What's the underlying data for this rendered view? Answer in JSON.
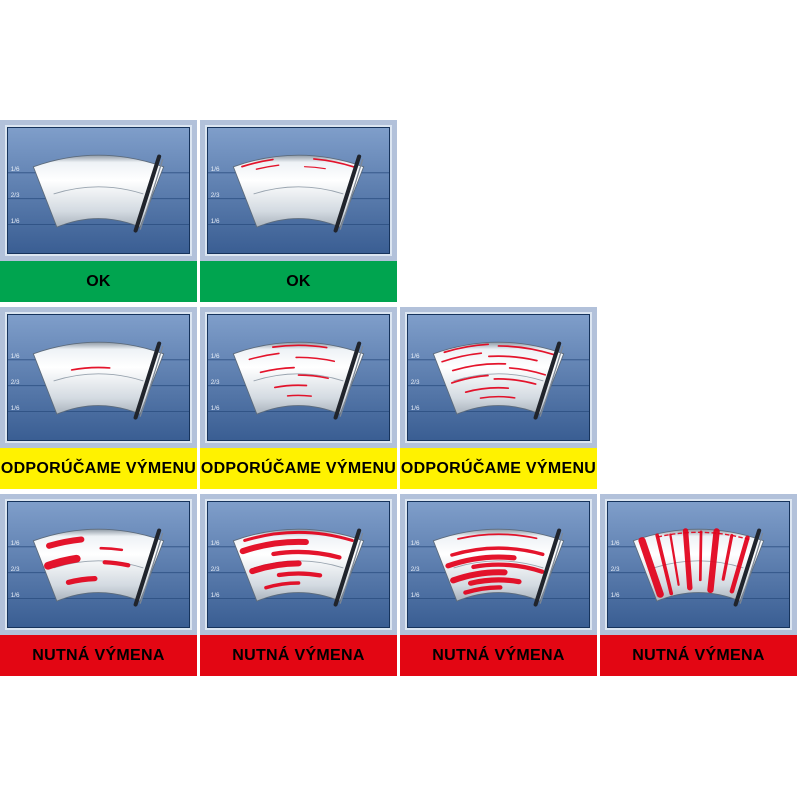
{
  "legend_scale": [
    "1/6",
    "2/3",
    "1/6"
  ],
  "statuses": {
    "ok": {
      "label": "OK",
      "color": "#00a44f",
      "text_color": "#000000"
    },
    "recommend": {
      "label": "ODPORÚČAME VÝMENU",
      "color": "#fff200",
      "text_color": "#000000"
    },
    "required": {
      "label": "NUTNÁ VÝMENA",
      "color": "#e30613",
      "text_color": "#000000"
    }
  },
  "colors": {
    "page_bg": "#ffffff",
    "cell_bg": "#b2c1da",
    "panel_top": "#7f9eca",
    "panel_bottom": "#3a5e93",
    "panel_line": "#2e5183",
    "scale_text": "#e4ebf5",
    "fan_outline": "#5c6b7c",
    "blade": "#20242c",
    "streak": "#e2001a"
  },
  "rows": [
    {
      "status": "ok",
      "cells": [
        {
          "wear": "clean",
          "streaks": []
        },
        {
          "wear": "light-marks",
          "streaks": [
            {
              "v": 0.04,
              "s1": 0.06,
              "s2": 0.3,
              "w": 2
            },
            {
              "v": 0.05,
              "s1": 0.62,
              "s2": 0.93,
              "w": 2
            },
            {
              "v": 0.14,
              "s1": 0.16,
              "s2": 0.34,
              "w": 1.6
            },
            {
              "v": 0.18,
              "s1": 0.55,
              "s2": 0.72,
              "w": 1.4
            }
          ]
        }
      ]
    },
    {
      "status": "recommend",
      "cells": [
        {
          "wear": "single-streak",
          "streaks": [
            {
              "v": 0.4,
              "s1": 0.26,
              "s2": 0.6,
              "w": 2
            }
          ]
        },
        {
          "wear": "several-streaks",
          "streaks": [
            {
              "v": 0.05,
              "s1": 0.3,
              "s2": 0.72,
              "w": 2
            },
            {
              "v": 0.16,
              "s1": 0.1,
              "s2": 0.34,
              "w": 1.8
            },
            {
              "v": 0.24,
              "s1": 0.48,
              "s2": 0.8,
              "w": 1.8
            },
            {
              "v": 0.4,
              "s1": 0.16,
              "s2": 0.46,
              "w": 2
            },
            {
              "v": 0.52,
              "s1": 0.5,
              "s2": 0.78,
              "w": 1.8
            },
            {
              "v": 0.68,
              "s1": 0.26,
              "s2": 0.58,
              "w": 2
            },
            {
              "v": 0.84,
              "s1": 0.38,
              "s2": 0.64,
              "w": 1.8
            }
          ]
        },
        {
          "wear": "many-streaks",
          "streaks": [
            {
              "v": 0.03,
              "s1": 0.08,
              "s2": 0.42,
              "w": 2
            },
            {
              "v": 0.06,
              "s1": 0.5,
              "s2": 0.94,
              "w": 2
            },
            {
              "v": 0.16,
              "s1": 0.04,
              "s2": 0.36,
              "w": 1.8
            },
            {
              "v": 0.22,
              "s1": 0.42,
              "s2": 0.82,
              "w": 2
            },
            {
              "v": 0.34,
              "s1": 0.1,
              "s2": 0.56,
              "w": 2
            },
            {
              "v": 0.4,
              "s1": 0.6,
              "s2": 0.92,
              "w": 1.8
            },
            {
              "v": 0.52,
              "s1": 0.06,
              "s2": 0.4,
              "w": 2
            },
            {
              "v": 0.58,
              "s1": 0.46,
              "s2": 0.86,
              "w": 2
            },
            {
              "v": 0.72,
              "s1": 0.16,
              "s2": 0.6,
              "w": 2
            },
            {
              "v": 0.86,
              "s1": 0.3,
              "s2": 0.68,
              "w": 1.8
            }
          ]
        }
      ]
    },
    {
      "status": "required",
      "cells": [
        {
          "wear": "smears",
          "streaks": [
            {
              "v": 0.15,
              "s1": 0.1,
              "s2": 0.36,
              "w": 7
            },
            {
              "v": 0.3,
              "s1": 0.52,
              "s2": 0.7,
              "w": 3
            },
            {
              "v": 0.44,
              "s1": 0.04,
              "s2": 0.3,
              "w": 9
            },
            {
              "v": 0.52,
              "s1": 0.56,
              "s2": 0.78,
              "w": 5
            },
            {
              "v": 0.78,
              "s1": 0.18,
              "s2": 0.46,
              "w": 6
            }
          ]
        },
        {
          "wear": "thick-streaks",
          "streaks": [
            {
              "v": 0.05,
              "s1": 0.08,
              "s2": 0.92,
              "w": 3.5
            },
            {
              "v": 0.2,
              "s1": 0.04,
              "s2": 0.56,
              "w": 7
            },
            {
              "v": 0.36,
              "s1": 0.28,
              "s2": 0.86,
              "w": 5
            },
            {
              "v": 0.54,
              "s1": 0.06,
              "s2": 0.5,
              "w": 7
            },
            {
              "v": 0.7,
              "s1": 0.3,
              "s2": 0.72,
              "w": 5
            },
            {
              "v": 0.85,
              "s1": 0.14,
              "s2": 0.5,
              "w": 4
            }
          ]
        },
        {
          "wear": "heavy-streaks",
          "streaks": [
            {
              "v": 0.08,
              "s1": 0.18,
              "s2": 0.8,
              "w": 2
            },
            {
              "v": 0.3,
              "s1": 0.1,
              "s2": 0.88,
              "w": 4
            },
            {
              "v": 0.44,
              "s1": 0.04,
              "s2": 0.64,
              "w": 6
            },
            {
              "v": 0.56,
              "s1": 0.26,
              "s2": 0.92,
              "w": 5
            },
            {
              "v": 0.68,
              "s1": 0.04,
              "s2": 0.56,
              "w": 7
            },
            {
              "v": 0.8,
              "s1": 0.2,
              "s2": 0.72,
              "w": 6
            },
            {
              "v": 0.92,
              "s1": 0.12,
              "s2": 0.52,
              "w": 5
            }
          ]
        },
        {
          "wear": "vertical-smears",
          "top_note": true,
          "streaks": [
            {
              "s": 0.06,
              "v1": 0.04,
              "v2": 0.92,
              "w": 8
            },
            {
              "s": 0.18,
              "v1": 0.02,
              "v2": 0.96,
              "w": 4
            },
            {
              "s": 0.28,
              "v1": 0.05,
              "v2": 0.85,
              "w": 2.5
            },
            {
              "s": 0.4,
              "v1": 0.02,
              "v2": 0.92,
              "w": 6
            },
            {
              "s": 0.52,
              "v1": 0.04,
              "v2": 0.8,
              "w": 3
            },
            {
              "s": 0.64,
              "v1": 0.02,
              "v2": 0.95,
              "w": 7
            },
            {
              "s": 0.76,
              "v1": 0.05,
              "v2": 0.75,
              "w": 3.5
            },
            {
              "s": 0.88,
              "v1": 0.03,
              "v2": 0.9,
              "w": 5
            }
          ]
        }
      ]
    }
  ]
}
